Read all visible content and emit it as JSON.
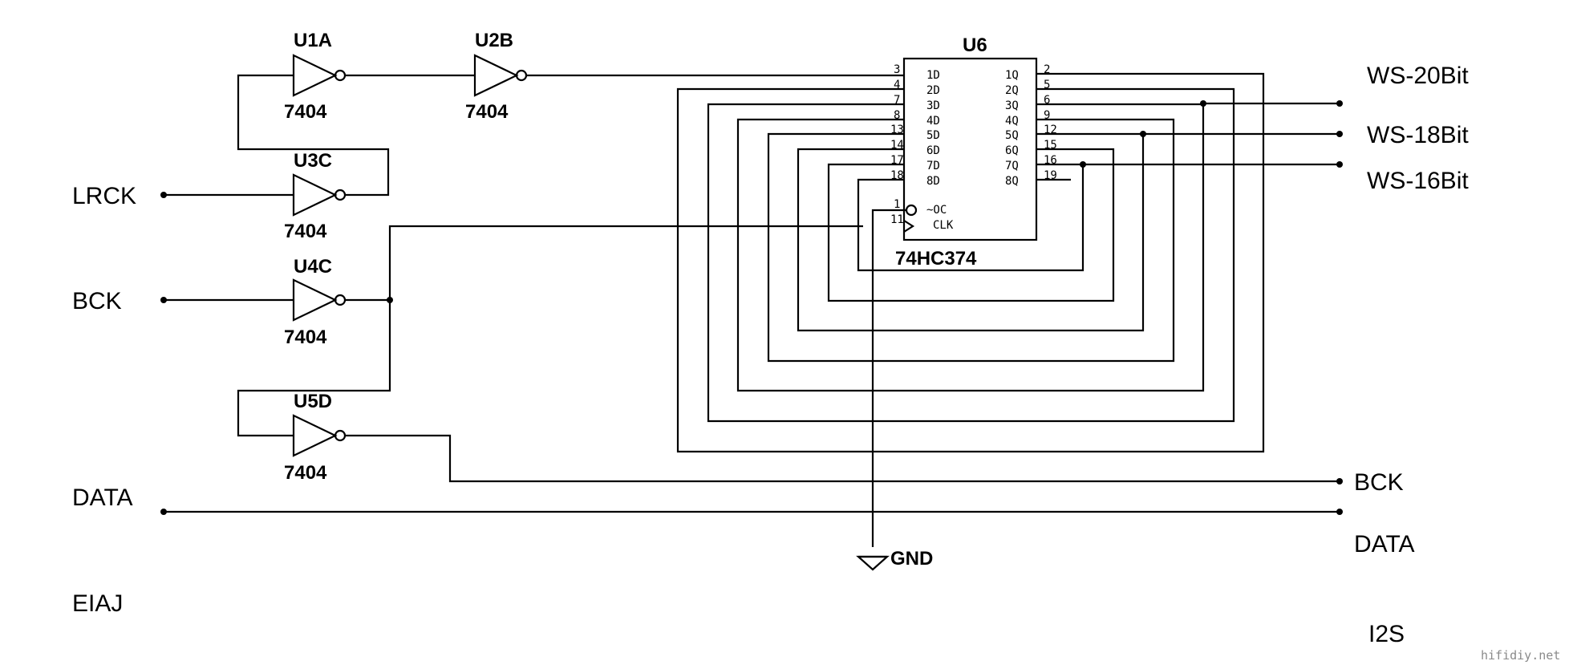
{
  "left_labels": {
    "lrck": "LRCK",
    "bck": "BCK",
    "data": "DATA",
    "format": "EIAJ"
  },
  "right_labels": {
    "ws20": "WS-20Bit",
    "ws18": "WS-18Bit",
    "ws16": "WS-16Bit",
    "bck": "BCK",
    "data": "DATA",
    "format": "I2S"
  },
  "inverters": [
    {
      "ref": "U1A",
      "part": "7404"
    },
    {
      "ref": "U2B",
      "part": "7404"
    },
    {
      "ref": "U3C",
      "part": "7404"
    },
    {
      "ref": "U4C",
      "part": "7404"
    },
    {
      "ref": "U5D",
      "part": "7404"
    }
  ],
  "latch": {
    "ref": "U6",
    "part": "74HC374",
    "d_pins": [
      {
        "num": "3",
        "name": "1D"
      },
      {
        "num": "4",
        "name": "2D"
      },
      {
        "num": "7",
        "name": "3D"
      },
      {
        "num": "8",
        "name": "4D"
      },
      {
        "num": "13",
        "name": "5D"
      },
      {
        "num": "14",
        "name": "6D"
      },
      {
        "num": "17",
        "name": "7D"
      },
      {
        "num": "18",
        "name": "8D"
      }
    ],
    "q_pins": [
      {
        "num": "2",
        "name": "1Q"
      },
      {
        "num": "5",
        "name": "2Q"
      },
      {
        "num": "6",
        "name": "3Q"
      },
      {
        "num": "9",
        "name": "4Q"
      },
      {
        "num": "12",
        "name": "5Q"
      },
      {
        "num": "15",
        "name": "6Q"
      },
      {
        "num": "16",
        "name": "7Q"
      },
      {
        "num": "19",
        "name": "8Q"
      }
    ],
    "oc_pin": {
      "num": "1",
      "name": "~OC"
    },
    "clk_pin": {
      "num": "11",
      "name": "CLK"
    }
  },
  "ground": {
    "label": "GND"
  },
  "watermark": "hifidiy.net"
}
